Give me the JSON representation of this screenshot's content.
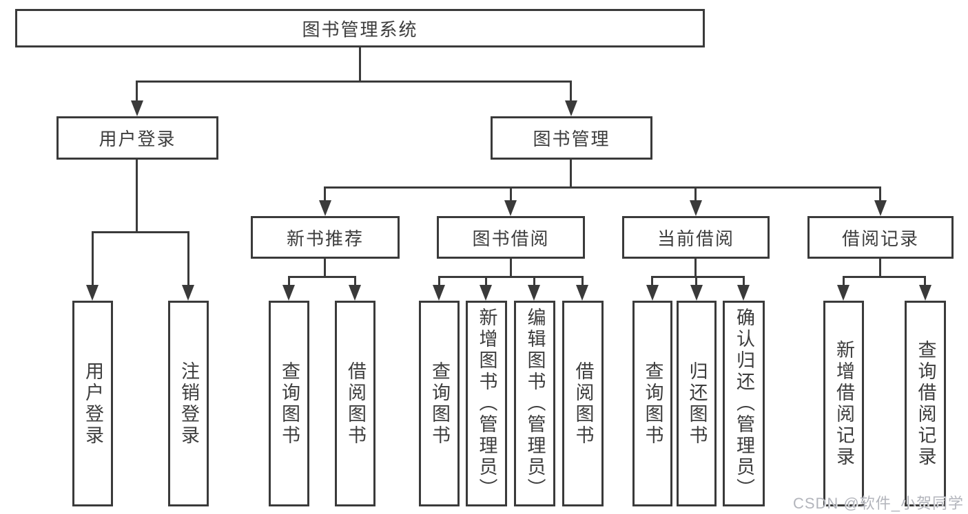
{
  "diagram": {
    "root": {
      "label": "图书管理系统"
    },
    "userLogin": {
      "label": "用户登录",
      "children": [
        {
          "label": "用户登录"
        },
        {
          "label": "注销登录"
        }
      ]
    },
    "bookManagement": {
      "label": "图书管理",
      "children": [
        {
          "label": "新书推荐",
          "children": [
            {
              "label": "查询图书"
            },
            {
              "label": "借阅图书"
            }
          ]
        },
        {
          "label": "图书借阅",
          "children": [
            {
              "label": "查询图书"
            },
            {
              "label": "新增图书（管理员）"
            },
            {
              "label": "编辑图书（管理员）"
            },
            {
              "label": "借阅图书"
            }
          ]
        },
        {
          "label": "当前借阅",
          "children": [
            {
              "label": "查询图书"
            },
            {
              "label": "归还图书"
            },
            {
              "label": "确认归还（管理员）"
            }
          ]
        },
        {
          "label": "借阅记录",
          "children": [
            {
              "label": "新增借阅记录"
            },
            {
              "label": "查询借阅记录"
            }
          ]
        }
      ]
    }
  },
  "watermark": {
    "text": "CSDN @软件_小贺同学"
  },
  "colors": {
    "line": "#3a3a3a",
    "text": "#3d3d3d",
    "background": "#ffffff",
    "watermark": "#b3b5bc"
  }
}
